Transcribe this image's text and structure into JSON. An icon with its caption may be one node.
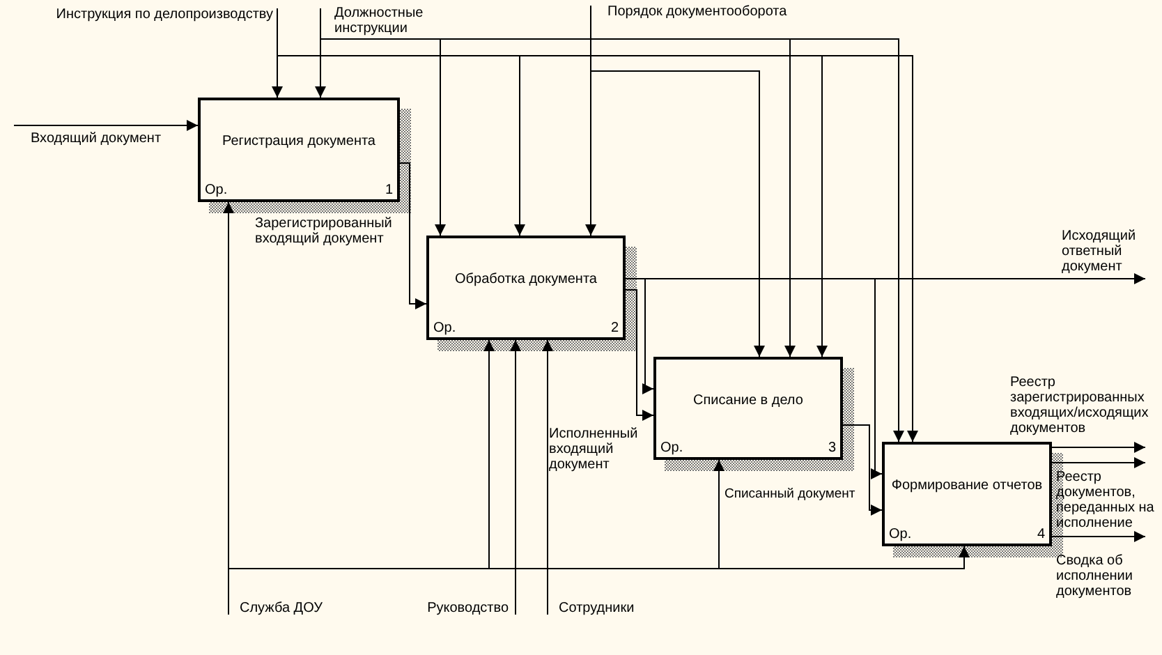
{
  "diagram": {
    "nodes": [
      {
        "text": [
          "Регистрация документа",
          "Ор.",
          "1"
        ]
      },
      {
        "text": [
          "Обработка документа",
          "Ор.",
          "2"
        ]
      },
      {
        "text": [
          "Списание в дело",
          "Ор.",
          "3"
        ]
      },
      {
        "text": [
          "Формирование отчетов",
          "Ор.",
          "4"
        ]
      },
      {
        "text": [
          "Входящий документ"
        ]
      },
      {
        "text": [
          "Инструкция по делопроизводству"
        ]
      },
      {
        "text": [
          "Должностные инструкции"
        ]
      },
      {
        "text": [
          "Порядок документооборота"
        ]
      },
      {
        "text": [
          "Исходящий ответный документ"
        ]
      },
      {
        "text": [
          "Реестр зарегистрированных входящих/исходящих документов"
        ]
      },
      {
        "text": [
          "Реестр документов, переданных на исполнение"
        ]
      },
      {
        "text": [
          "Сводка об исполнении документов"
        ]
      },
      {
        "text": [
          "Служба ДОУ"
        ]
      },
      {
        "text": [
          "Руководство"
        ]
      },
      {
        "text": [
          "Сотрудники"
        ]
      }
    ],
    "edges": [
      {
        "from": 4,
        "to": 0,
        "arrow": "to"
      },
      {
        "from": 5,
        "to": 0,
        "arrow": "to"
      },
      {
        "from": 5,
        "to": 1,
        "arrow": "to"
      },
      {
        "from": 5,
        "to": 2,
        "arrow": "to"
      },
      {
        "from": 5,
        "to": 3,
        "arrow": "to"
      },
      {
        "from": 6,
        "to": 0,
        "arrow": "to"
      },
      {
        "from": 6,
        "to": 1,
        "arrow": "to"
      },
      {
        "from": 6,
        "to": 2,
        "arrow": "to"
      },
      {
        "from": 6,
        "to": 3,
        "arrow": "to"
      },
      {
        "from": 7,
        "to": 1,
        "arrow": "to"
      },
      {
        "from": 7,
        "to": 2,
        "arrow": "to"
      },
      {
        "from": 0,
        "to": 1,
        "arrow": "to",
        "label": "Зарегистрированный входящий документ"
      },
      {
        "from": 1,
        "to": 8,
        "arrow": "to"
      },
      {
        "from": 1,
        "to": 3,
        "arrow": "to"
      },
      {
        "from": 1,
        "to": 2,
        "arrow": "to"
      },
      {
        "from": 1,
        "to": 2,
        "arrow": "to",
        "label": "Исполненный входящий документ"
      },
      {
        "from": 2,
        "to": 3,
        "arrow": "to",
        "label": "Списанный документ"
      },
      {
        "from": 3,
        "to": 9,
        "arrow": "to"
      },
      {
        "from": 3,
        "to": 10,
        "arrow": "to"
      },
      {
        "from": 3,
        "to": 11,
        "arrow": "to"
      },
      {
        "from": 12,
        "to": 0,
        "arrow": "to"
      },
      {
        "from": 12,
        "to": 1,
        "arrow": "to"
      },
      {
        "from": 12,
        "to": 2,
        "arrow": "to"
      },
      {
        "from": 12,
        "to": 3,
        "arrow": "to"
      },
      {
        "from": 13,
        "to": 1,
        "arrow": "to"
      },
      {
        "from": 14,
        "to": 1,
        "arrow": "to"
      }
    ]
  }
}
